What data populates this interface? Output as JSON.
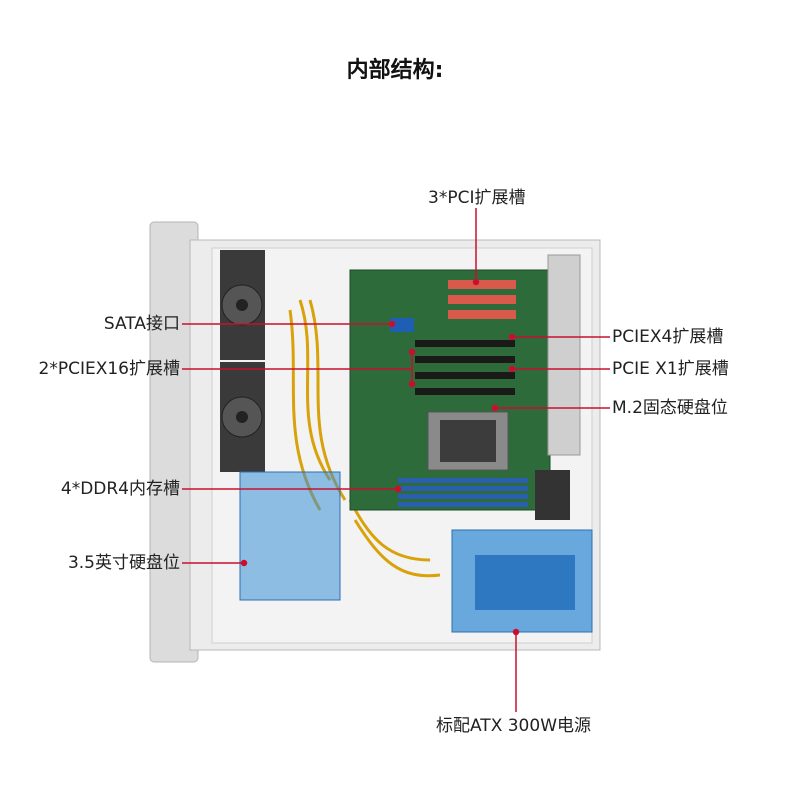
{
  "title": "内部结构:",
  "labels": {
    "pci": "3*PCI扩展槽",
    "sata": "SATA接口",
    "pciex16": "2*PCIEX16扩展槽",
    "pciex4": "PCIEX4扩展槽",
    "pciex1": "PCIE X1扩展槽",
    "m2": "M.2固态硬盘位",
    "ddr4": "4*DDR4内存槽",
    "hdd": "3.5英寸硬盘位",
    "psu": "标配ATX 300W电源"
  },
  "colors": {
    "leader_line": "#c8102e",
    "highlight": "#3a8fd6",
    "motherboard": "#2e6b3a",
    "chassis": "#e8e8e8"
  },
  "icons": {
    "fan": "fan-icon",
    "cpu_heatsink": "heatsink-icon"
  }
}
